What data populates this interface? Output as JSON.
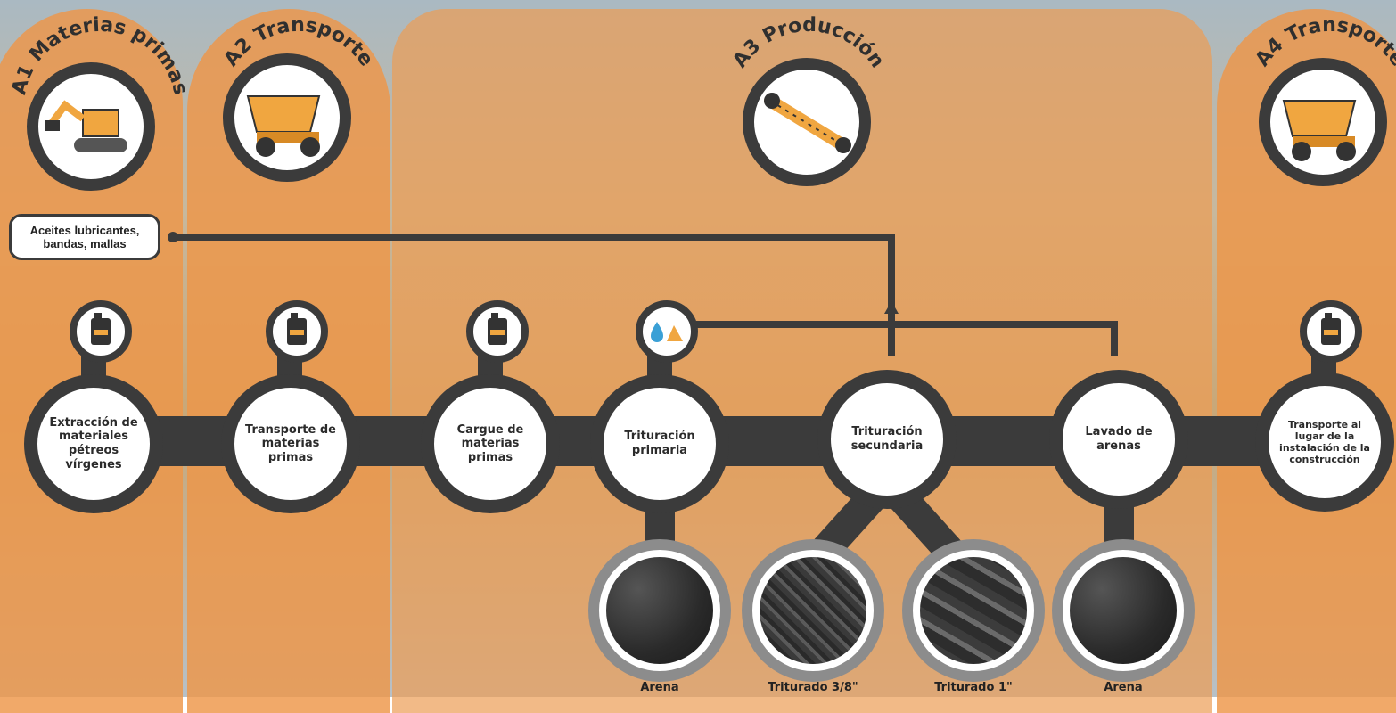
{
  "stages": [
    {
      "label": "A1 Materias primas",
      "icon": "excavator-icon"
    },
    {
      "label": "A2 Transporte",
      "icon": "dump-truck-icon"
    },
    {
      "label": "A3 Producción",
      "icon": "conveyor-crusher-icon"
    },
    {
      "label": "A4 Transporte",
      "icon": "dump-truck-icon"
    }
  ],
  "input": {
    "line1": "Aceites lubricantes,",
    "line2": "bandas, mallas"
  },
  "processes": [
    {
      "label": "Extracción de materiales pétreos vírgenes",
      "icon": "fuel-can-icon"
    },
    {
      "label": "Transporte de materias primas",
      "icon": "fuel-can-icon"
    },
    {
      "label": "Cargue de materias primas",
      "icon": "fuel-can-icon"
    },
    {
      "label": "Trituración primaria",
      "icon": "water-and-aggregate-icon"
    },
    {
      "label": "Trituración secundaria",
      "icon": ""
    },
    {
      "label": "Lavado de arenas",
      "icon": ""
    },
    {
      "label": "Transporte al lugar de la instalación de la construcción",
      "icon": "fuel-can-icon"
    }
  ],
  "products": [
    {
      "label": "Arena"
    },
    {
      "label": "Triturado 3/8\""
    },
    {
      "label": "Triturado 1\""
    },
    {
      "label": "Arena"
    }
  ],
  "colors": {
    "panel": "#ee9648",
    "node_ring": "#3b3b3b",
    "accent": "#f0a640"
  }
}
